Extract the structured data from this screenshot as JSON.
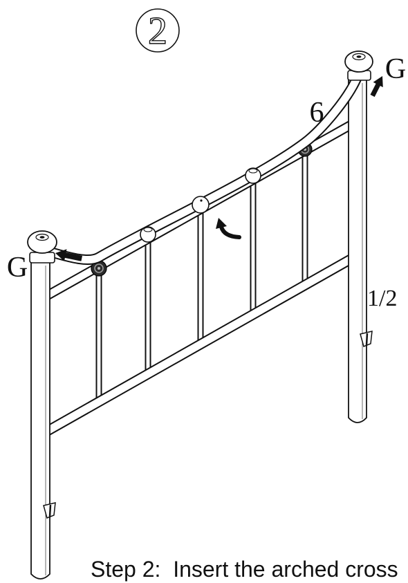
{
  "step_number": "2",
  "labels": {
    "left_connector": "G",
    "right_connector": "G",
    "part_number": "6",
    "fraction": "1/2"
  },
  "caption": "Step 2:  Insert the arched cross",
  "colors": {
    "ink": "#111111",
    "paper": "#ffffff"
  }
}
